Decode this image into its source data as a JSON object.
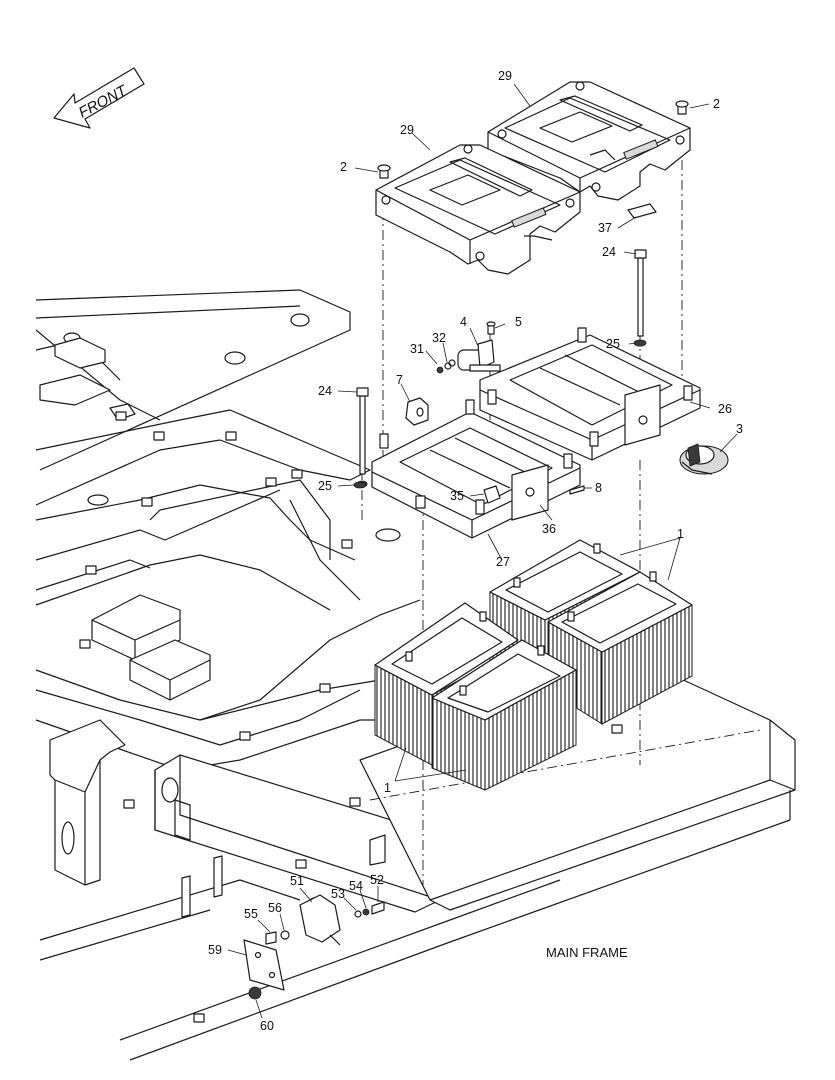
{
  "direction_label": "FRONT",
  "frame_label": "MAIN FRAME",
  "callouts": [
    {
      "id": "c1a",
      "text": "1"
    },
    {
      "id": "c1b",
      "text": "1"
    },
    {
      "id": "c2a",
      "text": "2"
    },
    {
      "id": "c2b",
      "text": "2"
    },
    {
      "id": "c3",
      "text": "3"
    },
    {
      "id": "c4",
      "text": "4"
    },
    {
      "id": "c5",
      "text": "5"
    },
    {
      "id": "c7",
      "text": "7"
    },
    {
      "id": "c8",
      "text": "8"
    },
    {
      "id": "c24a",
      "text": "24"
    },
    {
      "id": "c24b",
      "text": "24"
    },
    {
      "id": "c25a",
      "text": "25"
    },
    {
      "id": "c25b",
      "text": "25"
    },
    {
      "id": "c26",
      "text": "26"
    },
    {
      "id": "c27",
      "text": "27"
    },
    {
      "id": "c29a",
      "text": "29"
    },
    {
      "id": "c29b",
      "text": "29"
    },
    {
      "id": "c31",
      "text": "31"
    },
    {
      "id": "c32",
      "text": "32"
    },
    {
      "id": "c35",
      "text": "35"
    },
    {
      "id": "c36",
      "text": "36"
    },
    {
      "id": "c37",
      "text": "37"
    },
    {
      "id": "c51",
      "text": "51"
    },
    {
      "id": "c52",
      "text": "52"
    },
    {
      "id": "c53",
      "text": "53"
    },
    {
      "id": "c54",
      "text": "54"
    },
    {
      "id": "c55",
      "text": "55"
    },
    {
      "id": "c56",
      "text": "56"
    },
    {
      "id": "c59",
      "text": "59"
    },
    {
      "id": "c60",
      "text": "60"
    }
  ]
}
